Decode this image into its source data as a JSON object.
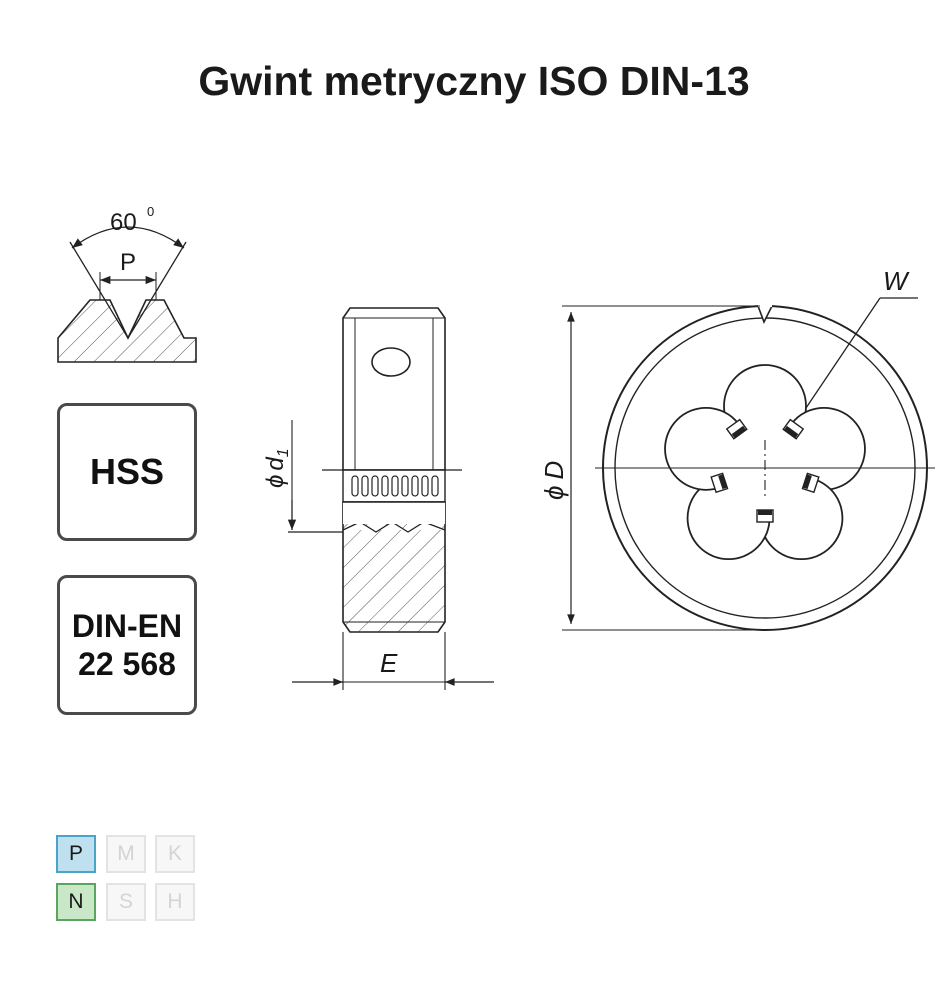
{
  "title": "Gwint metryczny ISO DIN-13",
  "thread_profile": {
    "angle": "60",
    "degree_mark": "0",
    "pitch": "P"
  },
  "side_view": {
    "diameter_symbol": "ϕ",
    "diameter_label": "d",
    "diameter_subscript": "1",
    "width_label": "E"
  },
  "front_view": {
    "diameter_symbol": "ϕ",
    "diameter_label": "D",
    "slot_label": "W"
  },
  "badges": {
    "material": "HSS",
    "standard_line1": "DIN-EN",
    "standard_line2": "22 568"
  },
  "materials": [
    {
      "label": "P",
      "active": true,
      "color": "#bfe0ee"
    },
    {
      "label": "M",
      "active": false
    },
    {
      "label": "K",
      "active": false
    },
    {
      "label": "N",
      "active": true,
      "color": "#c8e8c8"
    },
    {
      "label": "S",
      "active": false
    },
    {
      "label": "H",
      "active": false
    }
  ]
}
